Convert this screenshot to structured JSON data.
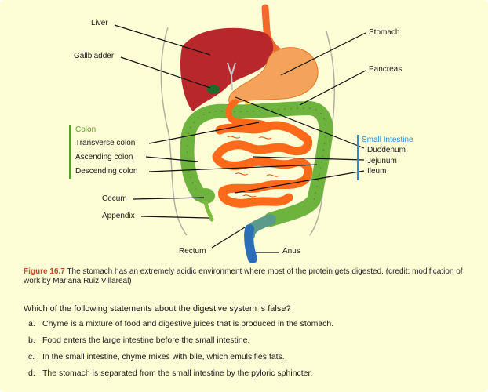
{
  "diagram": {
    "labels_left": {
      "liver": "Liver",
      "gallbladder": "Gallbladder",
      "colon_title": "Colon",
      "transverse": "Transverse colon",
      "ascending": "Ascending colon",
      "descending": "Descending colon",
      "cecum": "Cecum",
      "appendix": "Appendix"
    },
    "labels_right": {
      "stomach": "Stomach",
      "pancreas": "Pancreas",
      "si_title": "Small Intestine",
      "duodenum": "Duodenum",
      "jejunum": "Jejunum",
      "ileum": "Ileum"
    },
    "labels_bottom": {
      "rectum": "Rectum",
      "anus": "Anus"
    },
    "colors": {
      "liver": "#b8282b",
      "stomach": "#f5a35a",
      "small_intestine": "#ff6a1a",
      "colon": "#6fb33f",
      "rectum": "#2a6fb5",
      "pancreas": "#f2e24a",
      "gallbladder": "#1f6b2e",
      "esophagus": "#f26a2a",
      "colon_bar": "#5aa02c",
      "si_bar": "#2b8ed0"
    }
  },
  "caption": {
    "figure": "Figure 16.7",
    "text": "The stomach has an extremely acidic environment where most of the protein gets digested. (credit: modification of work by Mariana Ruiz Villareal)"
  },
  "question": "Which of the following statements about the digestive system is false?",
  "options": [
    {
      "letter": "a.",
      "text": "Chyme is a mixture of food and digestive juices that is produced in the stomach."
    },
    {
      "letter": "b.",
      "text": "Food enters the large intestine before the small intestine."
    },
    {
      "letter": "c.",
      "text": "In the small intestine, chyme mixes with bile, which emulsifies fats."
    },
    {
      "letter": "d.",
      "text": "The stomach is separated from the small intestine by the pyloric sphincter."
    }
  ]
}
